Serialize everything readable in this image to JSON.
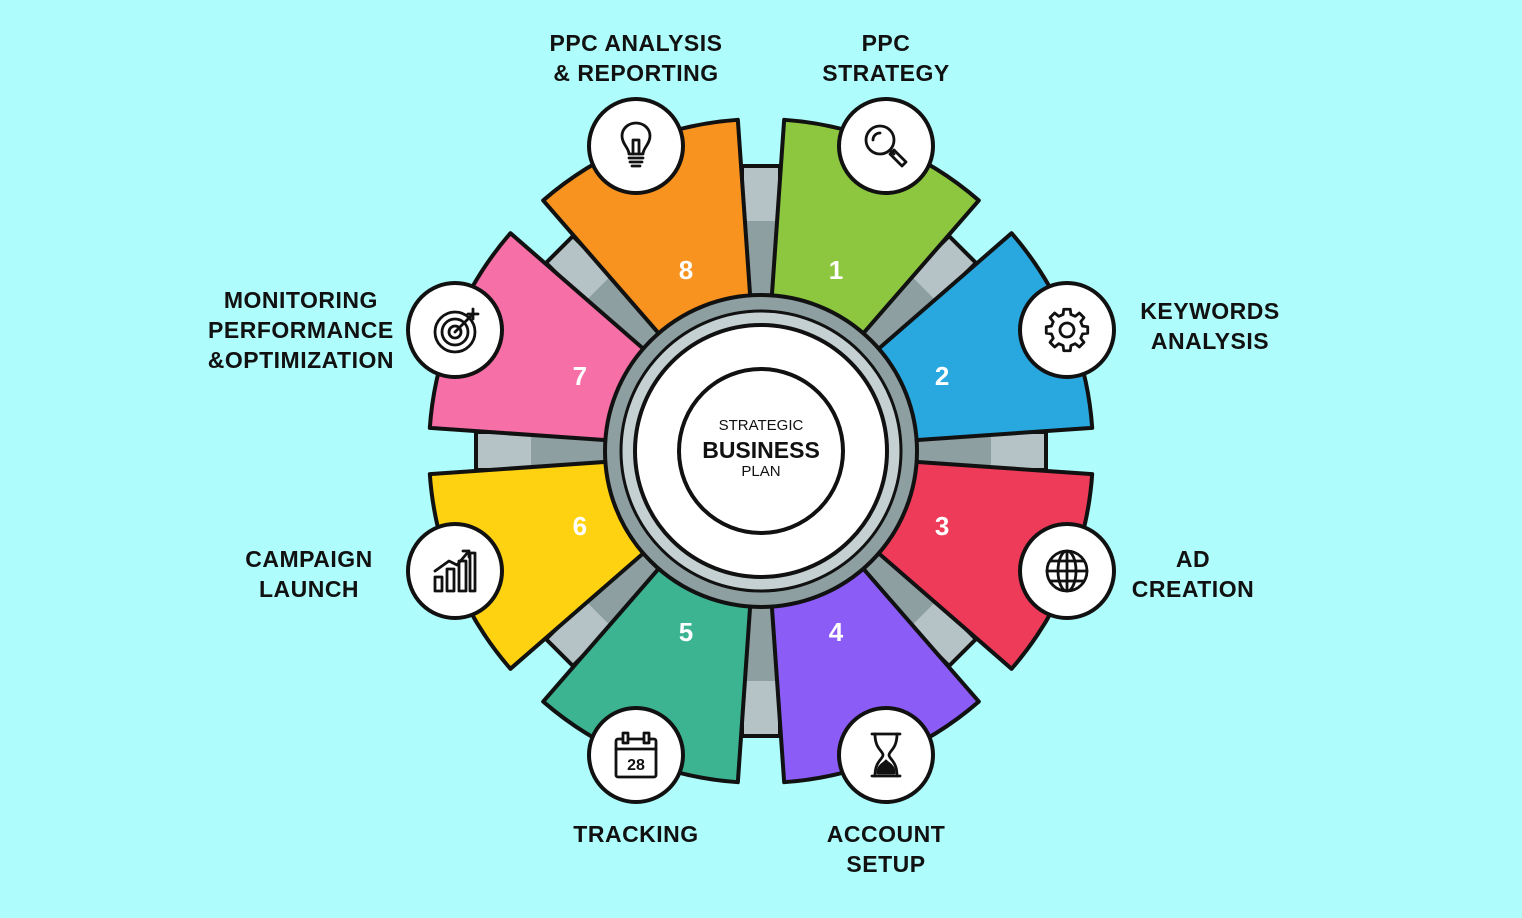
{
  "center": {
    "line1": "STRATEGIC",
    "line2": "BUSINESS",
    "line3": "PLAN"
  },
  "steps": [
    {
      "number": "1",
      "label": [
        "PPC",
        "STRATEGY"
      ],
      "color": "#8dc63f",
      "icon": "magnifier-icon"
    },
    {
      "number": "2",
      "label": [
        "KEYWORDS",
        "ANALYSIS"
      ],
      "color": "#29a8e0",
      "icon": "gear-icon"
    },
    {
      "number": "3",
      "label": [
        "AD",
        "CREATION"
      ],
      "color": "#ef3b5a",
      "icon": "globe-icon"
    },
    {
      "number": "4",
      "label": [
        "ACCOUNT",
        "SETUP"
      ],
      "color": "#8c5cf6",
      "icon": "hourglass-icon"
    },
    {
      "number": "5",
      "label": [
        "TRACKING"
      ],
      "color": "#3cb391",
      "icon": "calendar-icon",
      "icon_text": "28"
    },
    {
      "number": "6",
      "label": [
        "CAMPAIGN",
        "LAUNCH"
      ],
      "color": "#ffd211",
      "icon": "bar-chart-icon"
    },
    {
      "number": "7",
      "label": [
        "MONITORING",
        "PERFORMANCE",
        "&OPTIMIZATION"
      ],
      "color": "#f66fa6",
      "icon": "target-icon"
    },
    {
      "number": "8",
      "label": [
        "PPC ANALYSIS",
        "& REPORTING"
      ],
      "color": "#f7931e",
      "icon": "lightbulb-icon"
    }
  ]
}
